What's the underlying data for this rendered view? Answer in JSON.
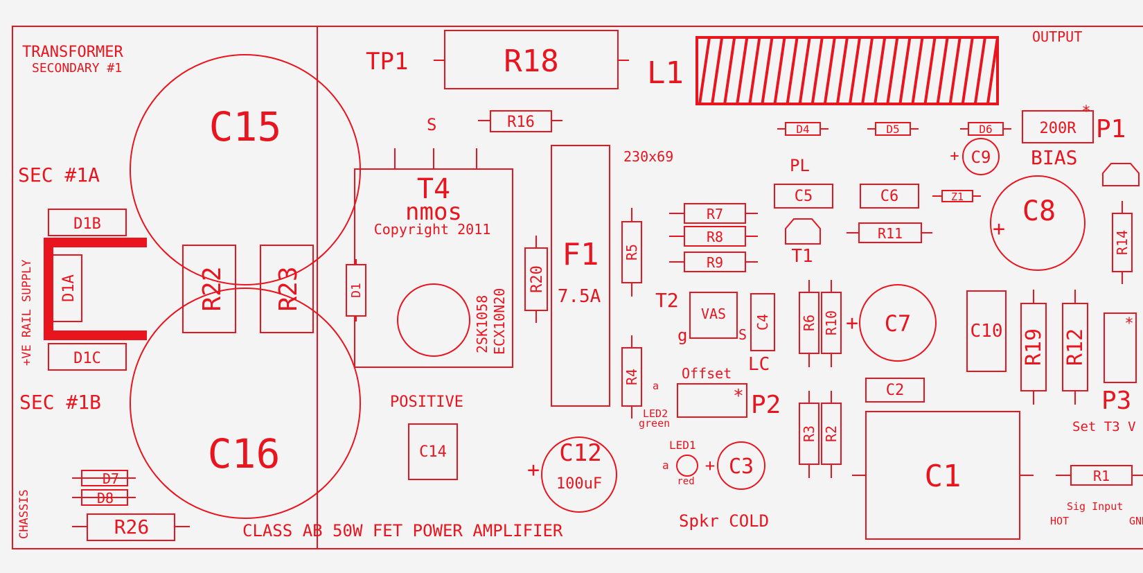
{
  "labels": {
    "transformer": "TRANSFORMER",
    "secondary1": "SECONDARY #1",
    "sec1a": "SEC #1A",
    "sec1b": "SEC #1B",
    "rail_supply": "+VE RAIL SUPPLY",
    "chassis": "CHASSIS",
    "tp1": "TP1",
    "s": "S",
    "t4": "T4",
    "nmos": "nmos",
    "copyright": "Copyright 2011",
    "mosfet1": "2SK1058",
    "mosfet2": "ECX10N20",
    "positive": "POSITIVE",
    "class_ab": "CLASS AB 50W FET POWER AMPLIFIER",
    "heatsink": "230x69",
    "l1": "L1",
    "output": "OUTPUT",
    "pl": "PL",
    "t1": "T1",
    "t2": "T2",
    "vas": "VAS",
    "g": "g",
    "s2": "S",
    "lc": "LC",
    "offset": "Offset",
    "a1": "a",
    "led2": "LED2",
    "green": "green",
    "led1": "LED1",
    "a2": "a",
    "red": "red",
    "spkr_cold": "Spkr COLD",
    "bias": "BIAS",
    "p1": "P1",
    "p2": "P2",
    "p3": "P3",
    "set_t3": "Set T3 V",
    "sig_input": "Sig Input",
    "hot": "HOT",
    "gnd": "GND",
    "plus": "+",
    "star": "*"
  },
  "components": {
    "C15": "C15",
    "C16": "C16",
    "D1B": "D1B",
    "D1A": "D1A",
    "D1C": "D1C",
    "R22": "R22",
    "R23": "R23",
    "D7": "D7",
    "D8": "D8",
    "R26": "R26",
    "R18": "R18",
    "R16": "R16",
    "D1": "D1",
    "C14": "C14",
    "R20": "R20",
    "C12": "C12",
    "C12_val": "100uF",
    "F1": "F1",
    "F1_val": "7.5A",
    "R5": "R5",
    "R4": "R4",
    "R7": "R7",
    "R8": "R8",
    "R9": "R9",
    "C5": "C5",
    "C6": "C6",
    "R11": "R11",
    "Z1": "Z1",
    "D4": "D4",
    "D5": "D5",
    "D6": "D6",
    "C9": "C9",
    "R200": "200R",
    "C8": "C8",
    "C4": "C4",
    "R6": "R6",
    "R10": "R10",
    "C7": "C7",
    "C10": "C10",
    "R19": "R19",
    "R12": "R12",
    "R14": "R14",
    "C2": "C2",
    "R3": "R3",
    "R2": "R2",
    "C3": "C3",
    "C1": "C1",
    "R1": "R1"
  },
  "colors": {
    "silkscreen": "#e8141e",
    "background": "#f4f4f4"
  }
}
